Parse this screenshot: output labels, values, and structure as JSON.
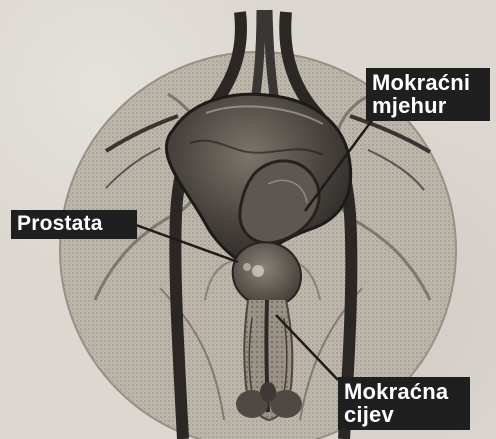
{
  "figure": {
    "labels": {
      "bladder": "Mokraćni\nmjehur",
      "prostate": "Prostata",
      "urethra": "Mokraćna\ncijev"
    },
    "colors": {
      "paper": "#dcd7d0",
      "circle": "#bdb6ab",
      "dark": "#1f1f1f",
      "label_bg": "#1f1f1f",
      "label_text": "#ffffff"
    }
  }
}
